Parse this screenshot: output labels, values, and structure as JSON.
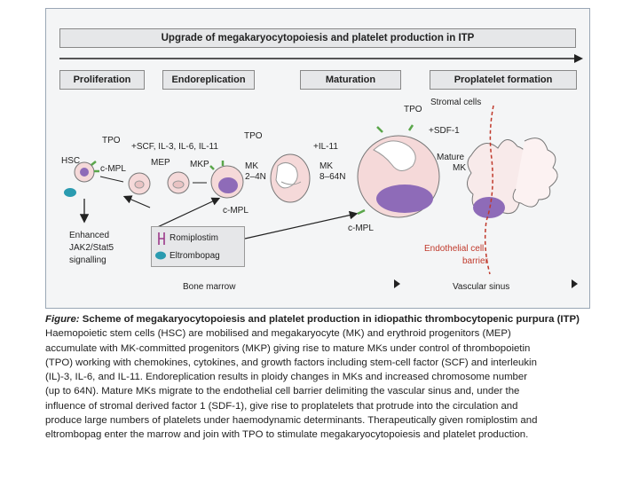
{
  "diagram": {
    "title": "Upgrade of megakaryocytopoiesis and platelet production in ITP",
    "stages": [
      "Proliferation",
      "Endoreplication",
      "Maturation",
      "Proplatelet formation"
    ],
    "labels": {
      "tpo": "TPO",
      "hsc": "HSC",
      "cmpl": "c-MPL",
      "cytokines": "+SCF, IL-3, IL-6, IL-11",
      "mep": "MEP",
      "mkp": "MKP",
      "mk_2_4n_a": "MK",
      "mk_2_4n_b": "2–4N",
      "il11": "+IL-11",
      "mk_8_64n_a": "MK",
      "mk_8_64n_b": "8–64N",
      "stromal": "Stromal cells",
      "sdf1": "+SDF-1",
      "mature_mk_a": "Mature",
      "mature_mk_b": "MK",
      "enhanced_1": "Enhanced",
      "enhanced_2": "JAK2/Stat5",
      "enhanced_3": "signalling",
      "endothelial_1": "Endothelial cell",
      "endothelial_2": "barrier",
      "bone_marrow": "Bone marrow",
      "vascular_sinus": "Vascular sinus"
    },
    "legend": {
      "romiplostim": "Romiplostim",
      "eltrombopag": "Eltrombopag"
    },
    "colors": {
      "cell_pink": "#f5d9d9",
      "nucleus_purple": "#8e6bb8",
      "receptor_green": "#5aa64a",
      "barrier_red": "#c0392b",
      "eltrombopag_teal": "#2a9bb0"
    }
  },
  "caption": {
    "figure_label": "Figure:",
    "title": " Scheme of megakaryocytopoiesis and platelet production in idiopathic thrombocytopenic purpura (ITP)",
    "lines": [
      "Haemopoietic stem cells (HSC) are mobilised and megakaryocyte (MK) and erythroid progenitors (MEP)",
      "accumulate with MK-committed progenitors (MKP) giving rise to mature MKs under control of thrombopoietin",
      "(TPO) working with chemokines, cytokines, and growth factors including stem-cell factor (SCF) and interleukin",
      "(IL)-3, IL-6, and IL-11. Endoreplication results in ploidy changes in MKs and increased chromosome number",
      "(up to 64N). Mature MKs migrate to the endothelial cell barrier delimiting the vascular sinus and, under the",
      "influence of stromal derived factor 1 (SDF-1), give rise to proplatelets that protrude into the circulation and",
      "produce large numbers of platelets under haemodynamic determinants. Therapeutically given romiplostim and",
      "eltrombopag enter the marrow and join with TPO to stimulate megakaryocytopoiesis and platelet production."
    ]
  }
}
